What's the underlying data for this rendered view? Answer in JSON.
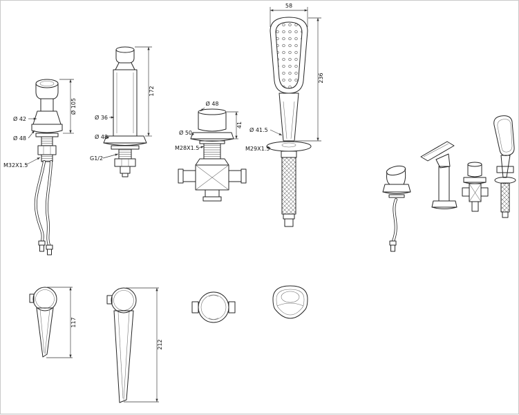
{
  "document": {
    "type": "technical-drawing",
    "background": "#ffffff",
    "line_color": "#232323",
    "dim_color": "#333333"
  },
  "parts": {
    "tub_spout": {
      "dims": {
        "d42": "Ø 42",
        "d105": "Ø 105",
        "d48": "Ø 48",
        "thread": "M32X1.5"
      }
    },
    "column_spout": {
      "dims": {
        "height": "172",
        "d36": "Ø 36",
        "d48": "Ø 48",
        "thread": "G1/2"
      }
    },
    "diverter": {
      "dims": {
        "d48": "Ø 48",
        "height": "41",
        "d50": "Ø 50",
        "thread": "M28X1.5"
      }
    },
    "hand_shower": {
      "dims": {
        "width": "58",
        "height": "236",
        "d41_5": "Ø 41.5",
        "thread": "M29X1.5"
      }
    },
    "handle_short": {
      "dims": {
        "height": "117"
      }
    },
    "handle_long": {
      "dims": {
        "height": "212"
      }
    }
  }
}
